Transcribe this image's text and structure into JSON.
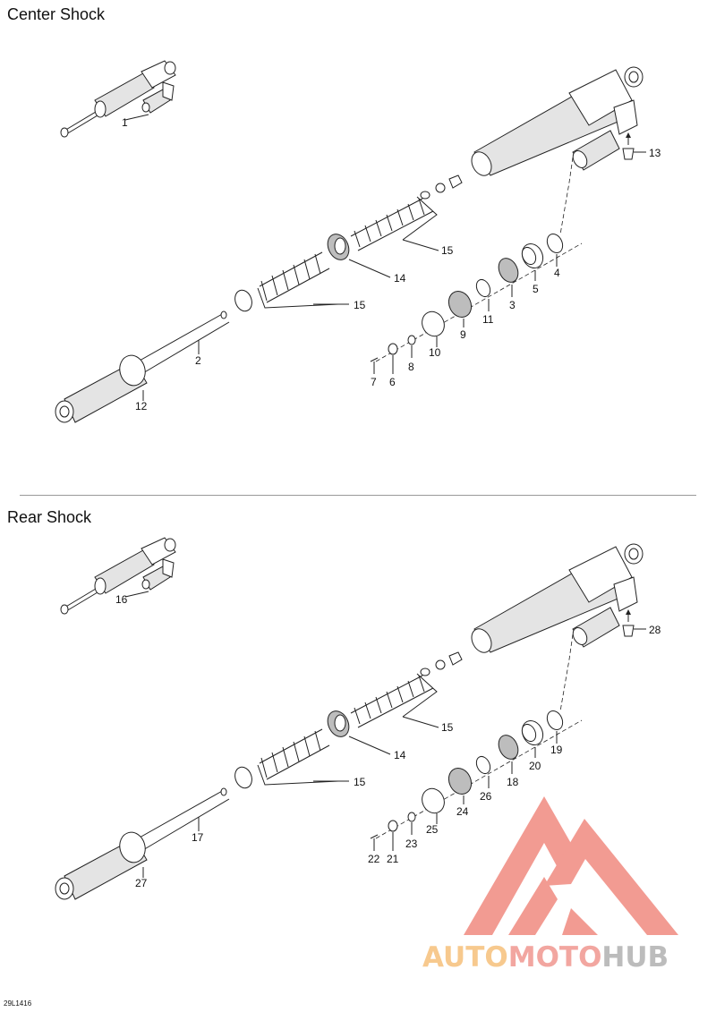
{
  "sections": {
    "center": {
      "title": "Center Shock",
      "callouts": [
        "1",
        "2",
        "3",
        "4",
        "5",
        "6",
        "7",
        "8",
        "9",
        "10",
        "11",
        "12",
        "13",
        "14",
        "15",
        "15"
      ]
    },
    "rear": {
      "title": "Rear Shock",
      "callouts": [
        "16",
        "17",
        "18",
        "19",
        "20",
        "21",
        "22",
        "23",
        "24",
        "25",
        "26",
        "27",
        "28",
        "14",
        "15",
        "15"
      ]
    }
  },
  "drawing_code": "29L1416",
  "watermark": {
    "part1": "AUTO",
    "part2": "MOTO",
    "part3": "HUB",
    "colors": {
      "triangle": "#f08a80",
      "auto": "#f7c98e",
      "moto": "#f2a6a0",
      "hub": "#bcbcbc"
    }
  }
}
